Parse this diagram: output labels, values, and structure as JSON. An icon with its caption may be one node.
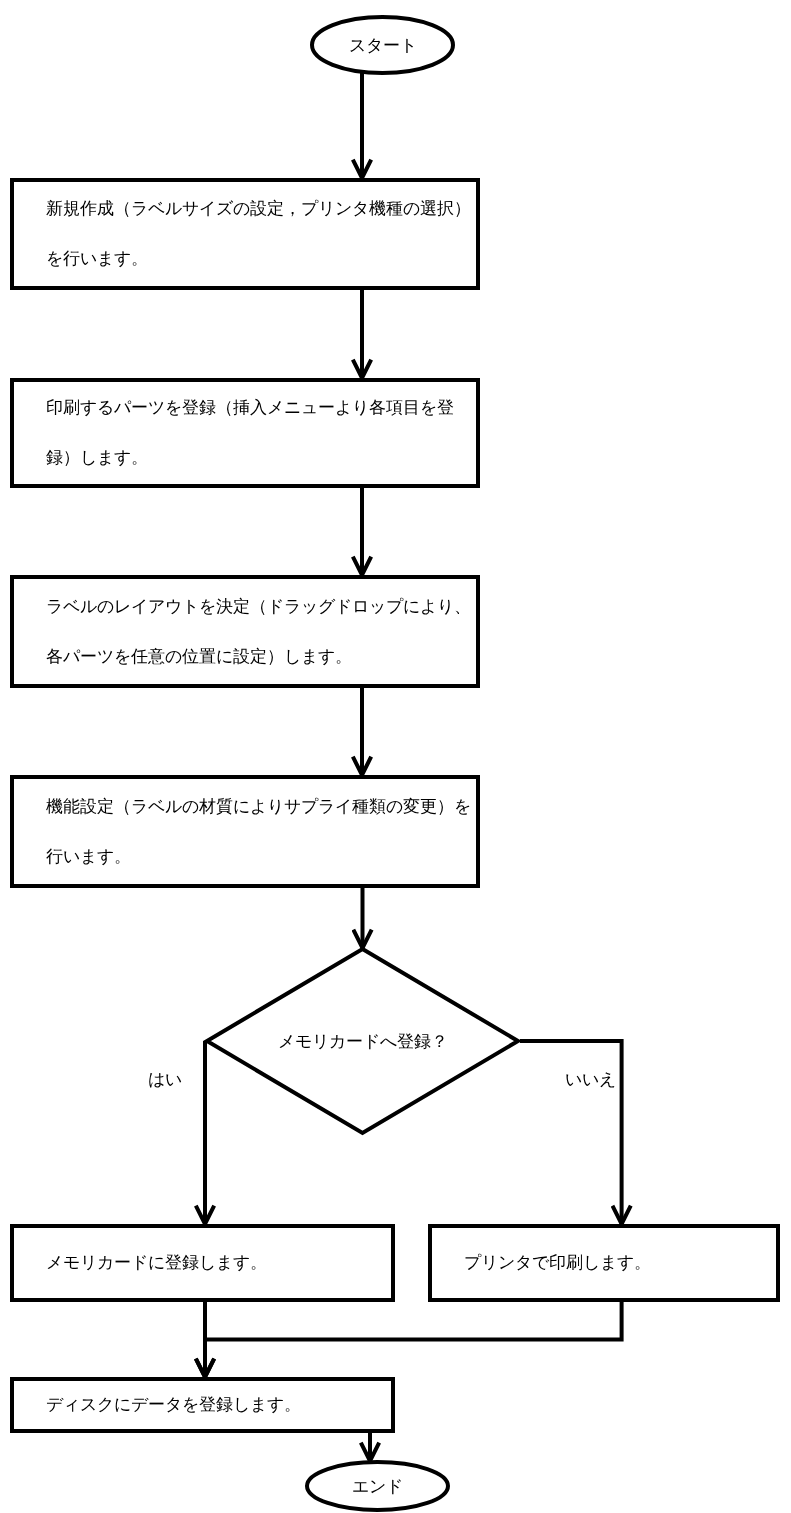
{
  "diagram": {
    "nodes": [
      {
        "text": [
          "スタート"
        ]
      },
      {
        "text": [
          "新規作成（ラベルサイズの設定，プリンタ機種の選択）を行います。"
        ]
      },
      {
        "text": [
          "印刷するパーツを登録（挿入メニューより各項目を登録）します。"
        ]
      },
      {
        "text": [
          "ラベルのレイアウトを決定（ドラッグドロップにより、各パーツを任意の位置に設定）します。"
        ]
      },
      {
        "text": [
          "機能設定（ラベルの材質によりサプライ種類の変更）を行います。"
        ]
      },
      {
        "text": [
          "メモリカードへ登録？"
        ]
      },
      {
        "text": [
          "メモリカードに登録します。"
        ]
      },
      {
        "text": [
          "プリンタで印刷します。"
        ]
      },
      {
        "text": [
          "ディスクにデータを登録します。"
        ]
      },
      {
        "text": [
          "エンド"
        ]
      }
    ],
    "edges": [
      {
        "from": 0,
        "to": 1,
        "arrow": "to"
      },
      {
        "from": 1,
        "to": 2,
        "arrow": "to"
      },
      {
        "from": 2,
        "to": 3,
        "arrow": "to"
      },
      {
        "from": 3,
        "to": 4,
        "arrow": "to"
      },
      {
        "from": 4,
        "to": 5,
        "arrow": "to"
      },
      {
        "from": 5,
        "to": 6,
        "arrow": "to",
        "label": "はい"
      },
      {
        "from": 5,
        "to": 7,
        "arrow": "to",
        "label": "いいえ"
      },
      {
        "from": 6,
        "to": 8,
        "arrow": "to"
      },
      {
        "from": 7,
        "to": 8,
        "arrow": "to"
      },
      {
        "from": 8,
        "to": 9,
        "arrow": "to"
      }
    ]
  }
}
